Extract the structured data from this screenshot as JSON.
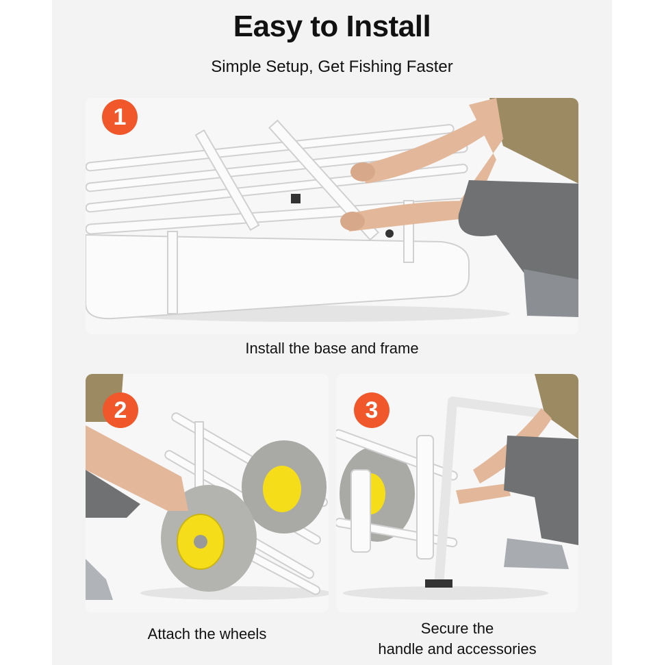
{
  "header": {
    "title": "Easy to Install",
    "subtitle": "Simple Setup, Get Fishing Faster"
  },
  "steps": [
    {
      "number": "1",
      "caption": "Install the base and frame"
    },
    {
      "number": "2",
      "caption": "Attach the wheels"
    },
    {
      "number": "3",
      "caption_line1": "Secure the",
      "caption_line2": "handle and accessories"
    }
  ],
  "colors": {
    "badge": "#f0582b",
    "tire": "#a9a9a6",
    "hub": "#f5dd1a",
    "shirt": "#9c8a62",
    "pants": "#6f7173"
  }
}
